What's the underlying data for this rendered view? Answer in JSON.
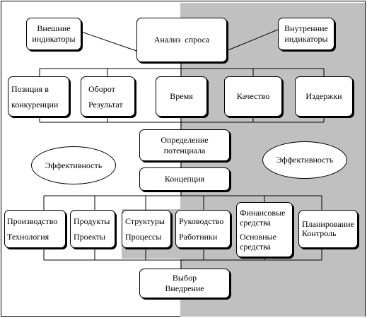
{
  "nodes": {
    "external": "Внешние индикаторы",
    "analysis": "Анализ  спроса",
    "internal": "Внутренние индикаторы",
    "position": [
      "Позиция в",
      "конкуренции"
    ],
    "turnover": [
      "Оборот",
      "Результат"
    ],
    "time": "Время",
    "quality": "Качество",
    "costs": "Издержки",
    "potential": [
      "Определение",
      "потенциала"
    ],
    "efficiency_left": "Эффективность",
    "efficiency_right": "Эффективность",
    "concept": "Концепция",
    "production": [
      "Производство",
      "Технология"
    ],
    "products": [
      "Продукты",
      "Проекты"
    ],
    "structures": [
      "Структуры",
      "Процессы"
    ],
    "management": [
      "Руководство",
      "Работники"
    ],
    "finance": [
      "Финансовые",
      "средства",
      "Основные",
      "средства"
    ],
    "planning": [
      "Планирование",
      "Контроль"
    ],
    "choice": [
      "Выбор",
      "Внедрение"
    ]
  }
}
